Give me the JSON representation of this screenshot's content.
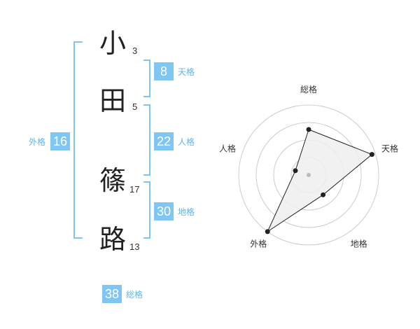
{
  "name": {
    "chars": [
      {
        "char": "小",
        "strokes": "3"
      },
      {
        "char": "田",
        "strokes": "5"
      },
      {
        "char": "篠",
        "strokes": "17"
      },
      {
        "char": "路",
        "strokes": "13"
      }
    ]
  },
  "scores": {
    "tenkaku": {
      "value": "8",
      "label": "天格"
    },
    "jinkaku": {
      "value": "22",
      "label": "人格"
    },
    "chikaku": {
      "value": "30",
      "label": "地格"
    },
    "gaikaku": {
      "value": "16",
      "label": "外格"
    },
    "soukaku": {
      "value": "38",
      "label": "総格"
    }
  },
  "radar": {
    "labels": [
      "総格",
      "天格",
      "地格",
      "外格",
      "人格"
    ],
    "levels": [
      0.65,
      0.95,
      0.35,
      1.0,
      0.2
    ],
    "max": 1.0,
    "rings": 4,
    "colors": {
      "ring": "#cccccc",
      "fill": "#efefef",
      "line": "#222222",
      "point": "#222222",
      "center": "#bbbbbb"
    }
  },
  "colors": {
    "accent": "#7fc7f2",
    "accent_text": "#5fb5e8",
    "bracket": "#7fc7f2"
  }
}
